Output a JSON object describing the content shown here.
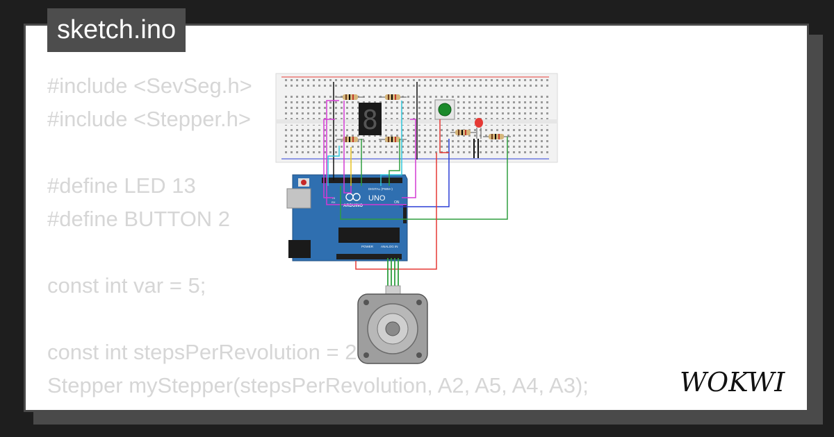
{
  "file_tab": {
    "title": "sketch.ino"
  },
  "code_lines": [
    "#include <SevSeg.h>",
    "#include <Stepper.h>",
    "",
    "#define LED 13",
    "#define BUTTON 2",
    "",
    "const int var = 5;",
    "",
    "const int stepsPerRevolution = 2048;",
    "Stepper myStepper(stepsPerRevolution, A2, A5, A4, A3);"
  ],
  "board": {
    "brand_label": "ARDUINO",
    "model_label": "UNO",
    "digital_label": "DIGITAL (PWM~)",
    "power_label": "POWER",
    "analog_label": "ANALOG IN",
    "on_label": "ON",
    "tx_label": "TX",
    "rx_label": "RX"
  },
  "seven_segment": {
    "digit": "8"
  },
  "logo": {
    "text": "WOKWI"
  },
  "colors": {
    "background": "#1e1e1e",
    "card": "#ffffff",
    "tab": "#4d4d4d",
    "code_text": "#d6d6d6",
    "board_blue": "#2f6fb0",
    "breadboard": "#f2f2f2",
    "button_green": "#1b8a2b",
    "led_red": "#e53935",
    "wire_green": "#2e9e3e",
    "wire_red": "#e53935",
    "wire_blue": "#2b3fd6",
    "wire_magenta": "#d43ad4",
    "wire_cyan": "#2ec6d9",
    "wire_yellow": "#e8c21e"
  }
}
